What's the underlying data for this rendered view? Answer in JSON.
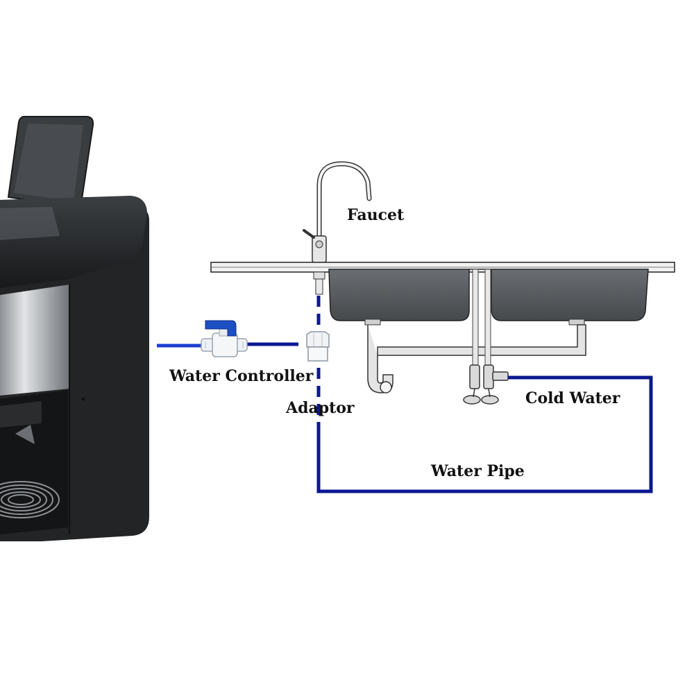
{
  "labels": {
    "faucet": "Faucet",
    "water_controller": "Water Controller",
    "adaptor": "Adaptor",
    "cold_water": "Cold Water",
    "water_pipe": "Water Pipe"
  },
  "colors": {
    "pipe": "#0a1890",
    "controller_handle": "#1c4fc4",
    "fitting": "#eef2f6",
    "machine_body": "#2a2c2e",
    "machine_steel": "#b9bcbf",
    "sink_basin": "#555a5e",
    "counter": "#f2f2f2",
    "outline": "#222222"
  },
  "icons": {
    "machine": "ice-maker-machine",
    "faucet": "faucet-icon",
    "controller": "valve-icon",
    "adaptor": "adaptor-fitting-icon",
    "sink": "double-sink-icon",
    "shutoff": "shutoff-valve-icon"
  }
}
